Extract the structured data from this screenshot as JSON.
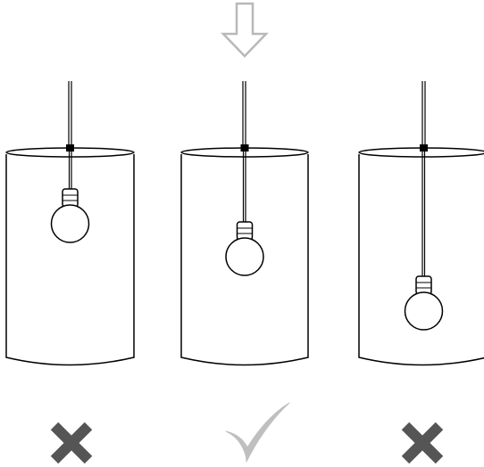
{
  "panels": [
    {
      "bulb_height": "too-high",
      "verdict": "incorrect",
      "icon": "x-mark-icon"
    },
    {
      "bulb_height": "centered",
      "verdict": "correct",
      "icon": "checkmark-icon",
      "highlighted": true
    },
    {
      "bulb_height": "too-low",
      "verdict": "incorrect",
      "icon": "x-mark-icon"
    }
  ],
  "indicator": {
    "icon": "down-arrow-icon",
    "points_to_panel": 2
  },
  "colors": {
    "line": "#000000",
    "shade_fill": "#ffffff",
    "arrow_outline": "#b8b8b8",
    "x_mark": "#555555",
    "check_mark": "#bfbfbf"
  }
}
